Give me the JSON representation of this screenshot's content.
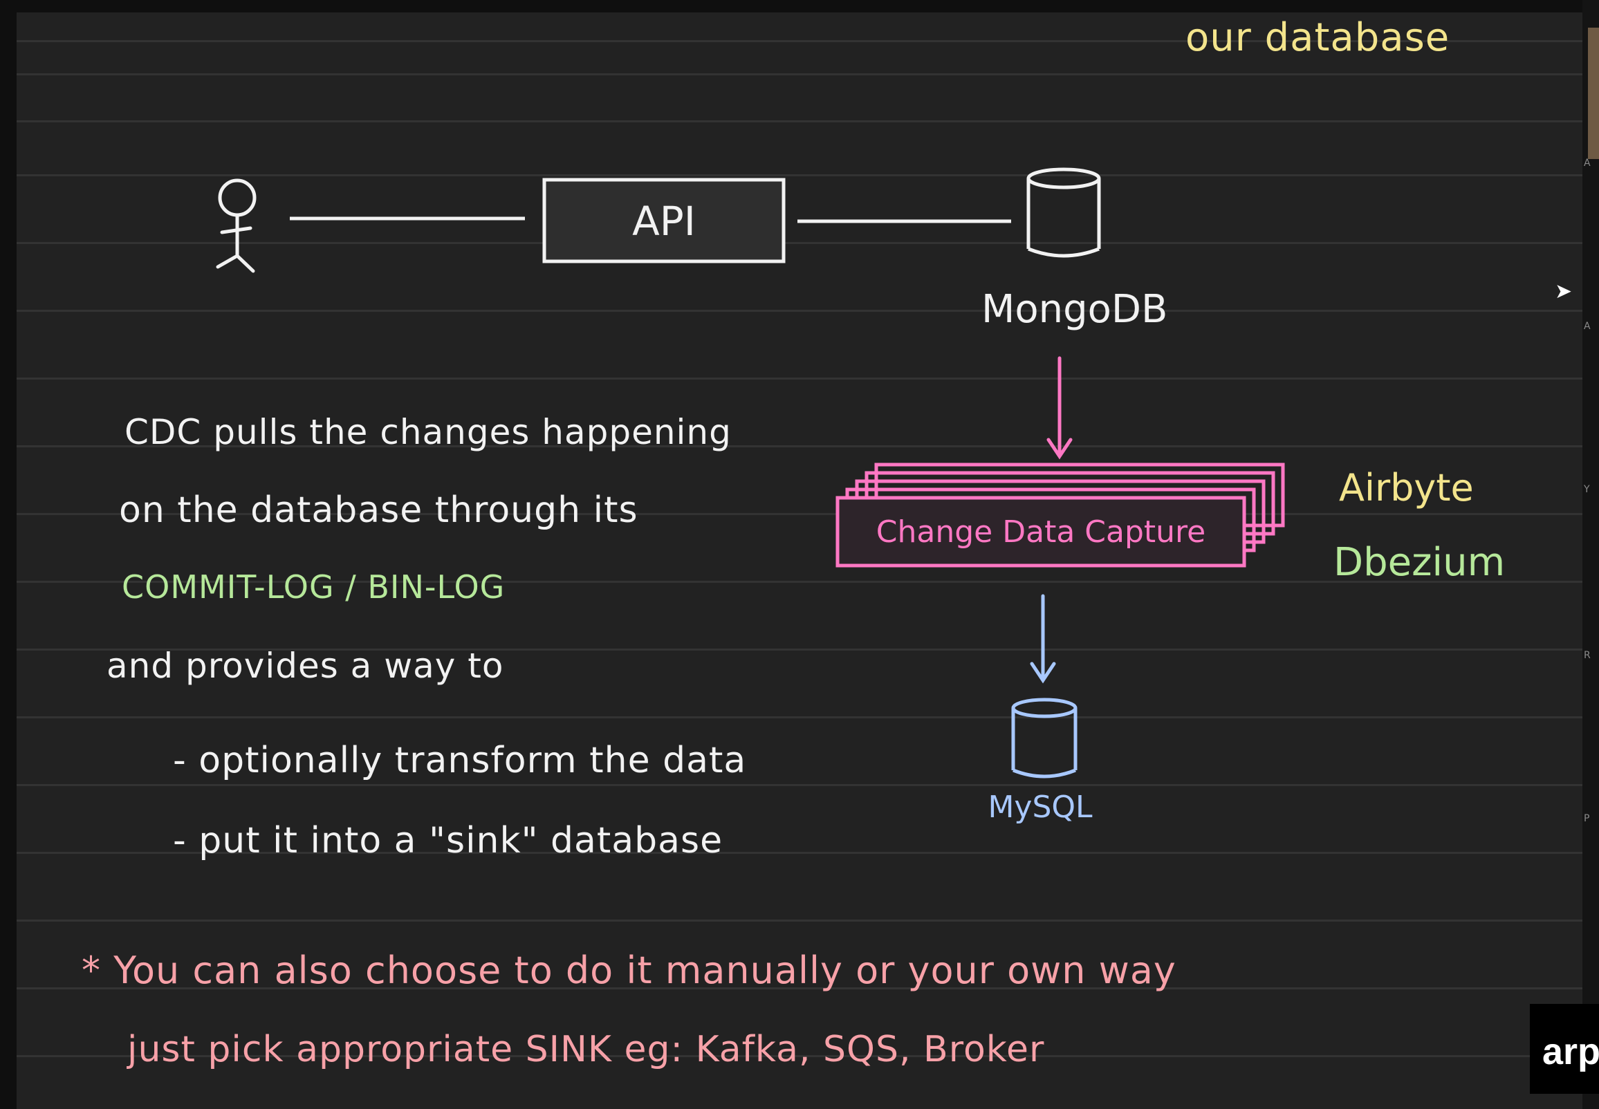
{
  "colors": {
    "board": "#222222",
    "white": "#f2f2f2",
    "yellow": "#f3e48c",
    "green": "#b6e89a",
    "pink": "#ff78c4",
    "blue": "#a8c8ff",
    "salmon": "#f7a1a8"
  },
  "heading": {
    "text": "our database"
  },
  "diagram": {
    "api_label": "API",
    "mongodb_label": "MongoDB",
    "cdc_label": "Change Data Capture",
    "mysql_label": "MySQL",
    "tools": [
      "Airbyte",
      "Dbezium"
    ]
  },
  "notes": {
    "line1": "CDC pulls the changes happening",
    "line2": "on the database through its",
    "line3": "COMMIT-LOG / BIN-LOG",
    "line4": "and provides a way to",
    "bullet1": "- optionally transform the data",
    "bullet2": "- put it into a \"sink\" database"
  },
  "footer": {
    "line1": "* You can also choose to do it manually or your own way",
    "line2": "just pick appropriate SINK eg: Kafka, SQS, Broker"
  },
  "overlay": {
    "brand": "arp",
    "side_letters": [
      "A",
      "A",
      "Y",
      "R",
      "P"
    ]
  }
}
